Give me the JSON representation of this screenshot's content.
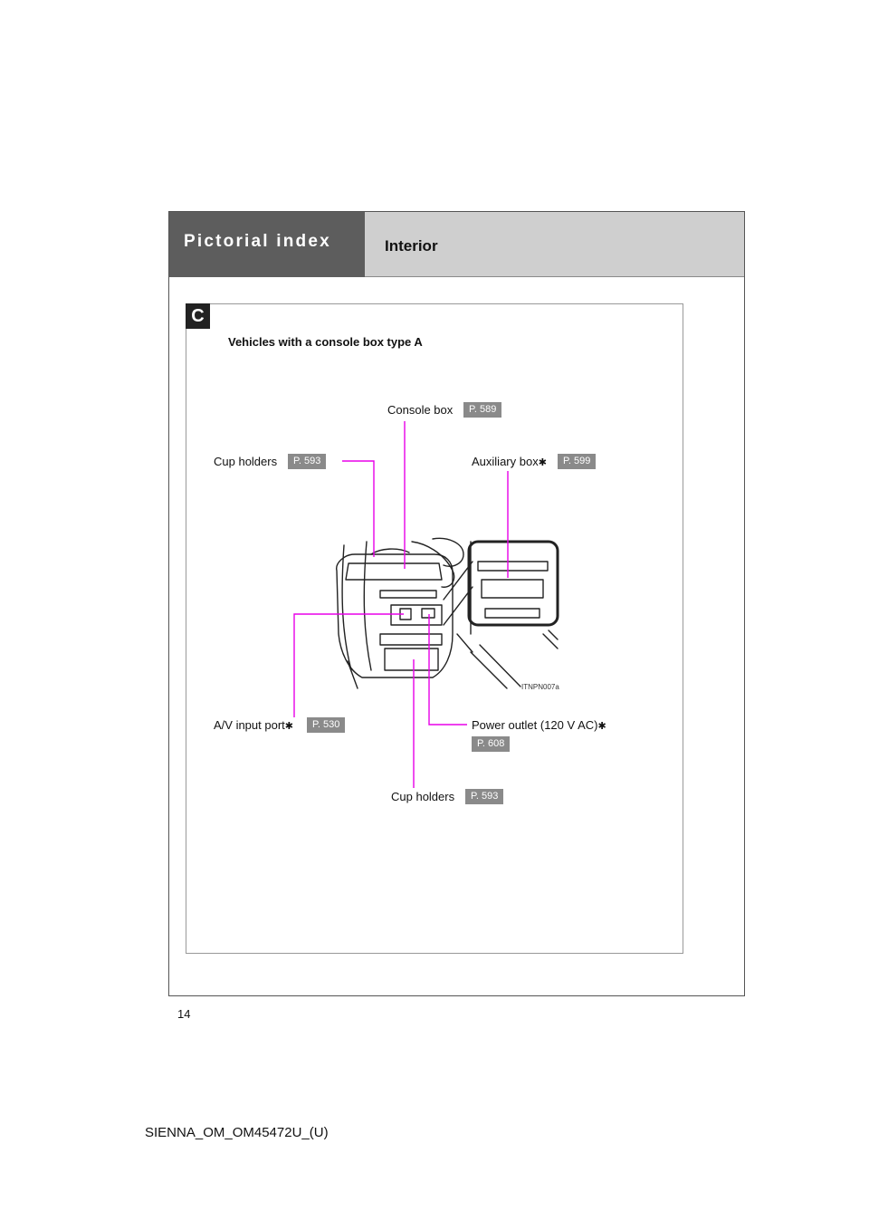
{
  "header": {
    "section": "Pictorial index",
    "title": "Interior"
  },
  "panel": {
    "badge": "C",
    "title": "Vehicles with a console box type A",
    "image_code": "ITNPN007a"
  },
  "callouts": {
    "console_box": {
      "label": "Console box",
      "page": "P. 589"
    },
    "cup_holders_top": {
      "label": "Cup holders",
      "page": "P. 593"
    },
    "auxiliary_box": {
      "label": "Auxiliary box",
      "asterisk": "✱",
      "page": "P. 599"
    },
    "av_input_port": {
      "label": "A/V input port",
      "asterisk": "✱",
      "page": "P. 530"
    },
    "power_outlet": {
      "label": "Power outlet (120 V AC)",
      "asterisk": "✱",
      "page": "P. 608"
    },
    "cup_holders_bottom": {
      "label": "Cup holders",
      "page": "P. 593"
    }
  },
  "colors": {
    "callout_line": "#e800e8",
    "badge_bg": "#8a8a8a",
    "header_dark": "#5d5d5d",
    "header_light": "#cfcfcf"
  },
  "page_number": "14",
  "footer": "SIENNA_OM_OM45472U_(U)"
}
